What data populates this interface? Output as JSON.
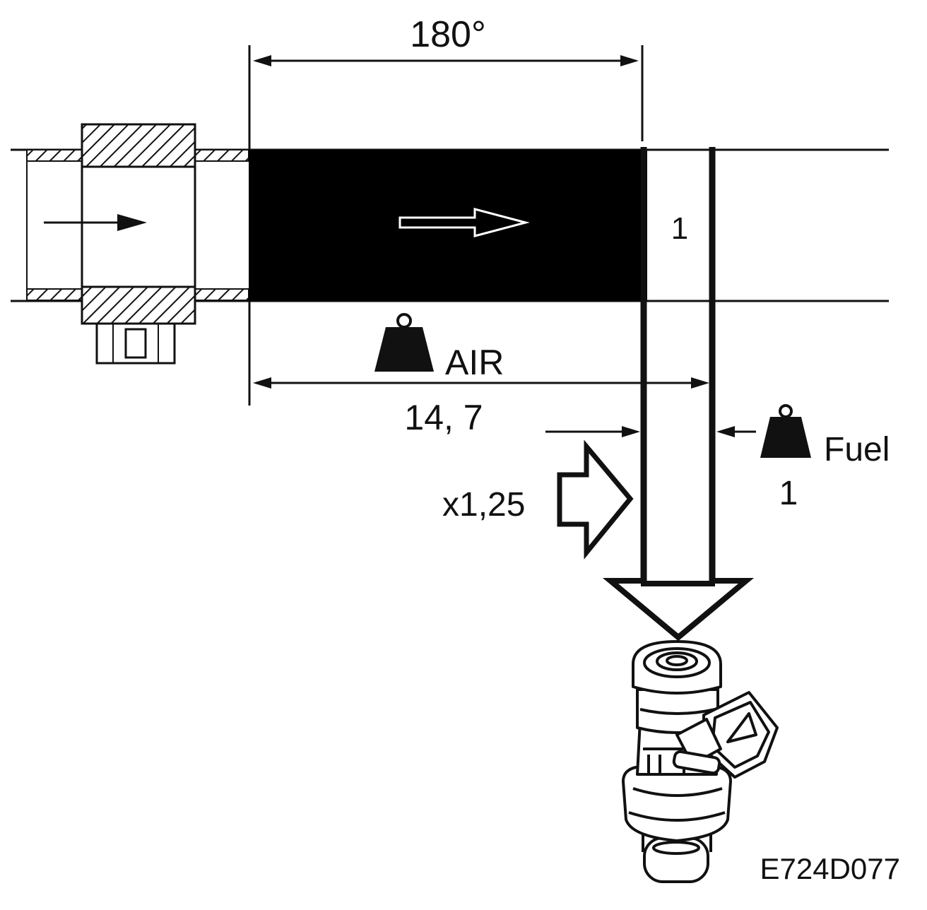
{
  "labels": {
    "crank_angle": "180°",
    "zone_number": "1",
    "air": "AIR",
    "air_ratio": "14, 7",
    "fuel": "Fuel",
    "fuel_ratio": "1",
    "multiplier": "x1,25",
    "figure_code": "E724D077"
  },
  "icons": {
    "air_weight": "weight-icon",
    "fuel_weight": "weight-icon",
    "injector": "fuel-injector-icon",
    "flow_arrow": "arrow-right-icon",
    "down_arrow": "arrow-down-icon"
  },
  "colors": {
    "line": "#111111",
    "fill_dark": "#000000",
    "background": "#ffffff"
  }
}
